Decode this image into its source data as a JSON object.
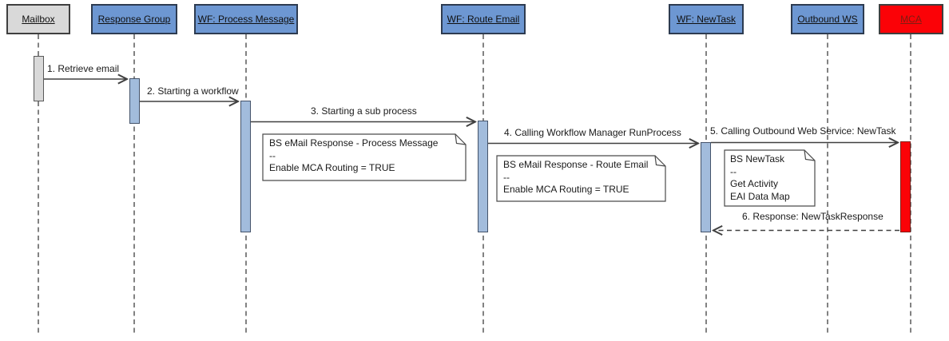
{
  "diagram_type": "uml-sequence",
  "actors": [
    {
      "id": "mailbox",
      "label": "Mailbox",
      "fill": "#d9d9d9"
    },
    {
      "id": "response-group",
      "label": "Response Group",
      "fill": "#6d97d2"
    },
    {
      "id": "wf-process-message",
      "label": "WF: Process Message",
      "fill": "#6d97d2"
    },
    {
      "id": "wf-route-email",
      "label": "WF: Route Email",
      "fill": "#6d97d2"
    },
    {
      "id": "wf-newtask",
      "label": "WF: NewTask",
      "fill": "#6d97d2"
    },
    {
      "id": "outbound-ws",
      "label": "Outbound WS",
      "fill": "#6d97d2"
    },
    {
      "id": "mca",
      "label": "MCA",
      "fill": "#fb0207"
    }
  ],
  "messages": [
    {
      "number": 1,
      "label": "1. Retrieve email",
      "from": "mailbox",
      "to": "response-group",
      "kind": "call"
    },
    {
      "number": 2,
      "label": "2. Starting a workflow",
      "from": "response-group",
      "to": "wf-process-message",
      "kind": "call"
    },
    {
      "number": 3,
      "label": "3. Starting a sub process",
      "from": "wf-process-message",
      "to": "wf-route-email",
      "kind": "call"
    },
    {
      "number": 4,
      "label": "4. Calling Workflow Manager RunProcess",
      "from": "wf-route-email",
      "to": "wf-newtask",
      "kind": "call"
    },
    {
      "number": 5,
      "label": "5. Calling Outbound Web Service: NewTask",
      "from": "wf-newtask",
      "to": "mca",
      "kind": "call"
    },
    {
      "number": 6,
      "label": "6. Response: NewTaskResponse",
      "from": "mca",
      "to": "wf-newtask",
      "kind": "return"
    }
  ],
  "notes": [
    {
      "attached_to": "wf-process-message",
      "lines": [
        "BS eMail Response - Process Message",
        "--",
        "Enable MCA Routing = TRUE"
      ]
    },
    {
      "attached_to": "wf-route-email",
      "lines": [
        "BS eMail Response - Route Email",
        "--",
        "Enable MCA Routing = TRUE"
      ]
    },
    {
      "attached_to": "wf-newtask",
      "lines": [
        "BS NewTask",
        "--",
        "Get Activity",
        "EAI Data Map"
      ]
    }
  ],
  "colors": {
    "actor_fill": "#6d97d2",
    "actor_external_fill": "#d9d9d9",
    "mca_fill": "#fb0207",
    "mca_label": "#7c1d12",
    "activation_fill": "#a2bcdc",
    "line": "#404040",
    "text": "#1a1a1a"
  }
}
